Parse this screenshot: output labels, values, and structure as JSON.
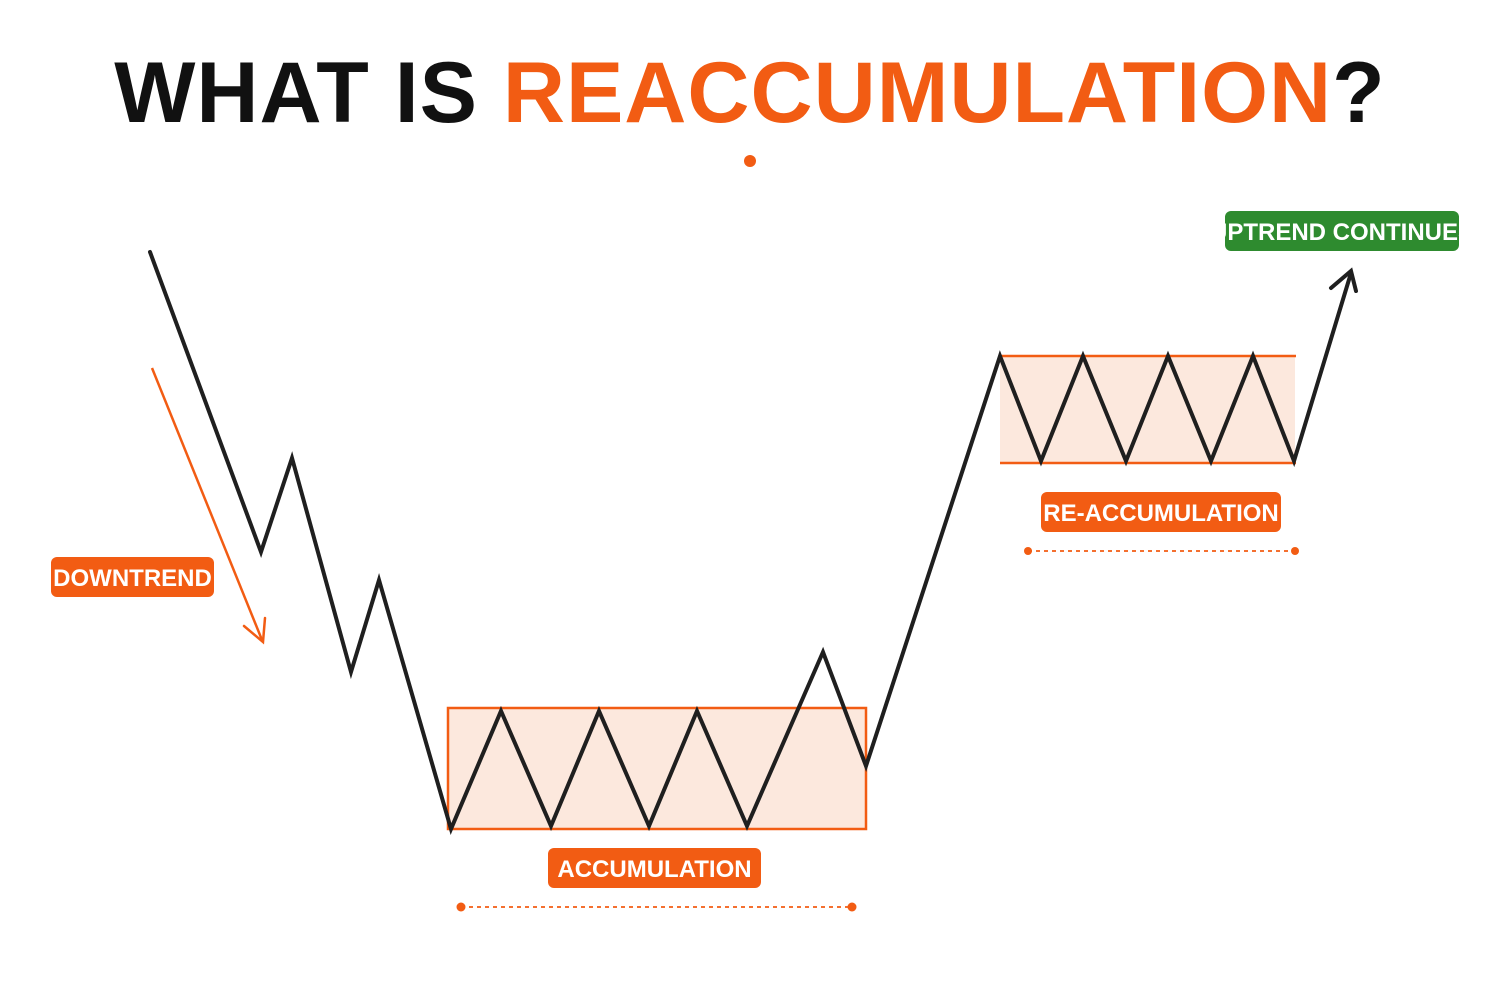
{
  "title": {
    "part1": "WHAT IS ",
    "part2": "REACCUMULATION",
    "part3": "?"
  },
  "labels": {
    "downtrend": "DOWNTREND",
    "accumulation": "ACCUMULATION",
    "reaccumulation": "RE-ACCUMULATION",
    "uptrend": "UPTREND CONTINUES"
  },
  "colors": {
    "accent": "#f25c13",
    "green": "#2e8b2f",
    "line": "#1f1f1f",
    "zone_fill": "#fce8dd",
    "title_dark": "#111111"
  }
}
